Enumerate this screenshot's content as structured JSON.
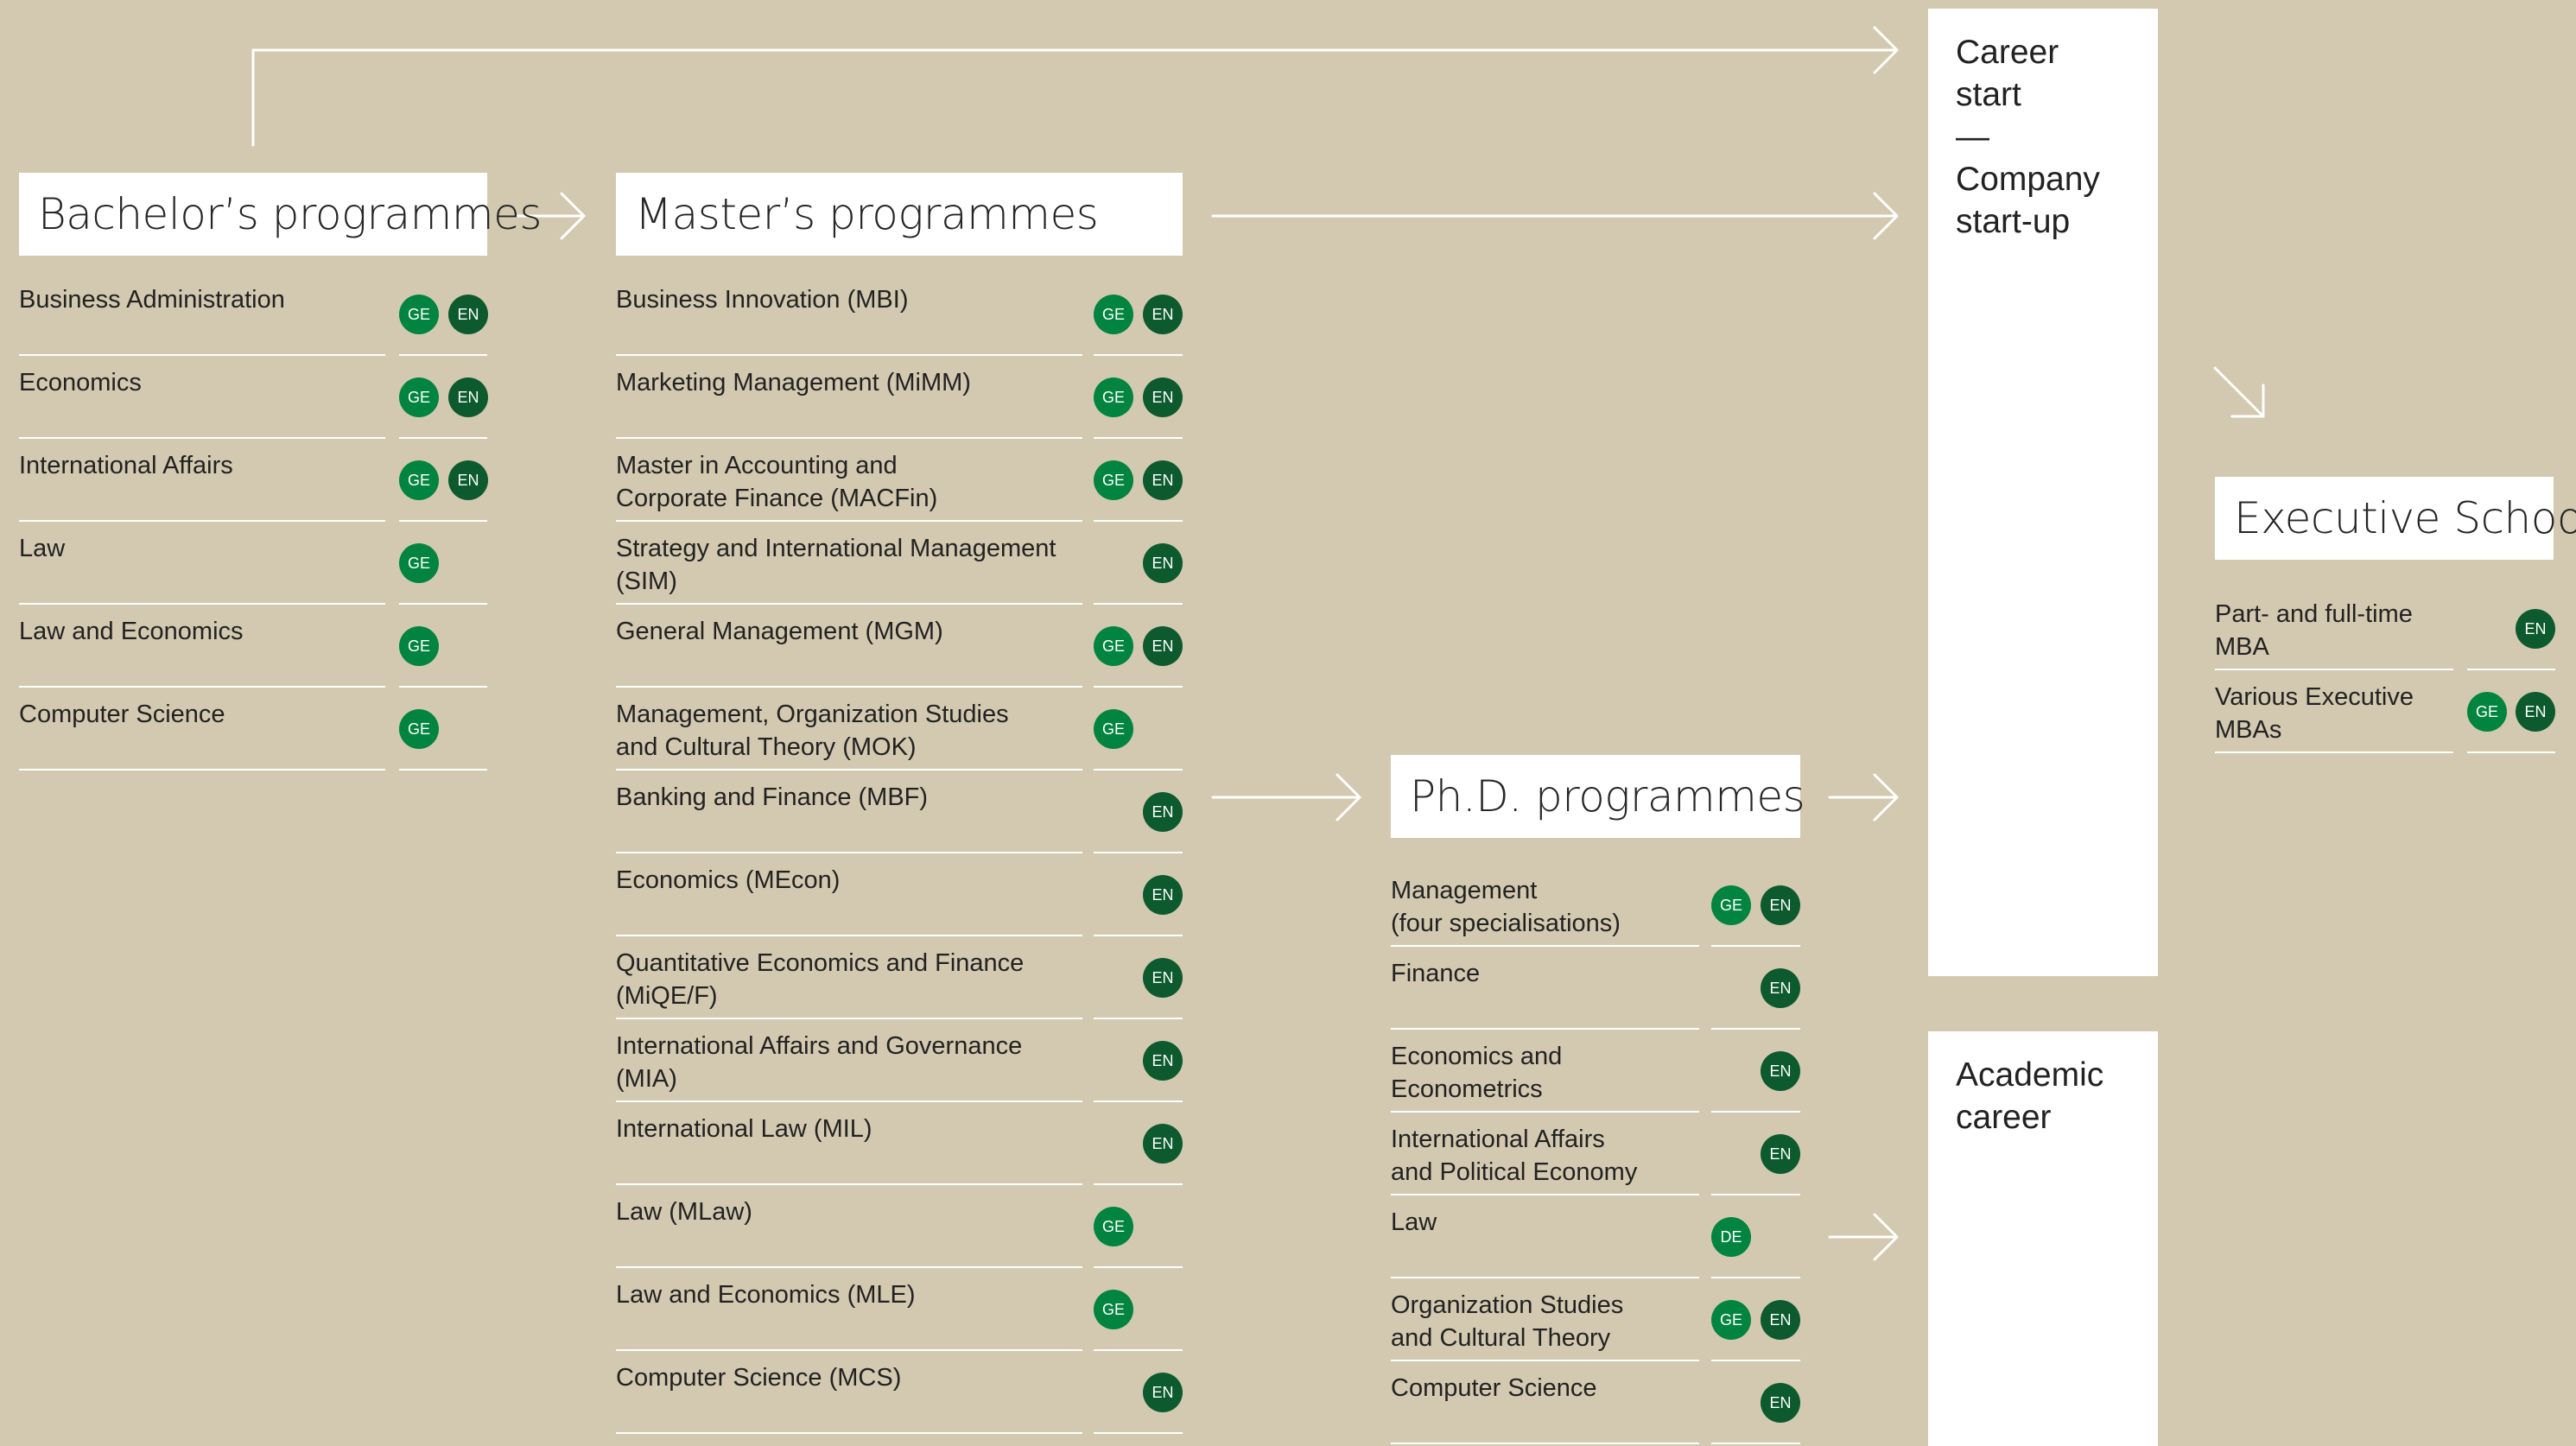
{
  "bachelor": {
    "header": "Bachelor’s programmes",
    "items": [
      {
        "label": "Business Administration",
        "langs": [
          "GE",
          "EN"
        ]
      },
      {
        "label": "Economics",
        "langs": [
          "GE",
          "EN"
        ]
      },
      {
        "label": "International Affairs",
        "langs": [
          "GE",
          "EN"
        ]
      },
      {
        "label": "Law",
        "langs": [
          "GE"
        ]
      },
      {
        "label": "Law and Economics",
        "langs": [
          "GE"
        ]
      },
      {
        "label": "Computer Science",
        "langs": [
          "GE"
        ]
      }
    ]
  },
  "master": {
    "header": "Master’s programmes",
    "items": [
      {
        "label": "Business Innovation (MBI)",
        "langs": [
          "GE",
          "EN"
        ]
      },
      {
        "label": "Marketing Management (MiMM)",
        "langs": [
          "GE",
          "EN"
        ]
      },
      {
        "label": "Master in Accounting and\nCorporate Finance (MACFin)",
        "langs": [
          "GE",
          "EN"
        ]
      },
      {
        "label": "Strategy and International Management\n(SIM)",
        "langs": [
          "EN"
        ]
      },
      {
        "label": "General Management (MGM)",
        "langs": [
          "GE",
          "EN"
        ]
      },
      {
        "label": "Management, Organization Studies\nand Cultural Theory (MOK)",
        "langs": [
          "GE"
        ]
      },
      {
        "label": "Banking and Finance (MBF)",
        "langs": [
          "EN"
        ]
      },
      {
        "label": "Economics (MEcon)",
        "langs": [
          "EN"
        ]
      },
      {
        "label": "Quantitative Economics and Finance\n(MiQE/F)",
        "langs": [
          "EN"
        ]
      },
      {
        "label": "International Affairs and Governance\n(MIA)",
        "langs": [
          "EN"
        ]
      },
      {
        "label": "International Law (MIL)",
        "langs": [
          "EN"
        ]
      },
      {
        "label": "Law (MLaw)",
        "langs": [
          "GE"
        ]
      },
      {
        "label": "Law and Economics (MLE)",
        "langs": [
          "GE"
        ]
      },
      {
        "label": "Computer Science (MCS)",
        "langs": [
          "EN"
        ]
      }
    ]
  },
  "phd": {
    "header": "Ph.D. programmes",
    "items": [
      {
        "label": "Management\n(four specialisations)",
        "langs": [
          "GE",
          "EN"
        ]
      },
      {
        "label": "Finance",
        "langs": [
          "EN"
        ]
      },
      {
        "label": "Economics and\nEconometrics",
        "langs": [
          "EN"
        ]
      },
      {
        "label": "International Affairs\nand Political Economy",
        "langs": [
          "EN"
        ]
      },
      {
        "label": "Law",
        "langs": [
          "DE"
        ]
      },
      {
        "label": "Organization Studies\nand Cultural Theory",
        "langs": [
          "GE",
          "EN"
        ]
      },
      {
        "label": "Computer Science",
        "langs": [
          "EN"
        ]
      }
    ]
  },
  "executive": {
    "header": "Executive School",
    "items": [
      {
        "label": "Part- and full-time\nMBA",
        "langs": [
          "EN"
        ]
      },
      {
        "label": "Various Executive\nMBAs",
        "langs": [
          "GE",
          "EN"
        ]
      }
    ]
  },
  "career_box": {
    "text": "Career\nstart\n—\nCompany\nstart-up"
  },
  "academic_box": {
    "text": "Academic\ncareer"
  },
  "colors": {
    "background": "#d3c9b0",
    "badge_ge": "#00843f",
    "badge_en": "#0c5a2e",
    "panel": "#ffffff"
  }
}
